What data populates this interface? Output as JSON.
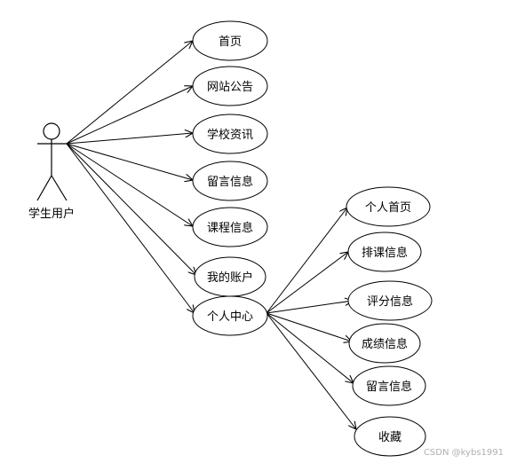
{
  "actor": {
    "name": "学生用户"
  },
  "student_use_cases": [
    "首页",
    "网站公告",
    "学校资讯",
    "留言信息",
    "课程信息",
    "我的账户",
    "个人中心"
  ],
  "center_use_cases": [
    "个人首页",
    "排课信息",
    "评分信息",
    "成绩信息",
    "留言信息",
    "收藏"
  ],
  "watermark": "CSDN @kybs1991"
}
